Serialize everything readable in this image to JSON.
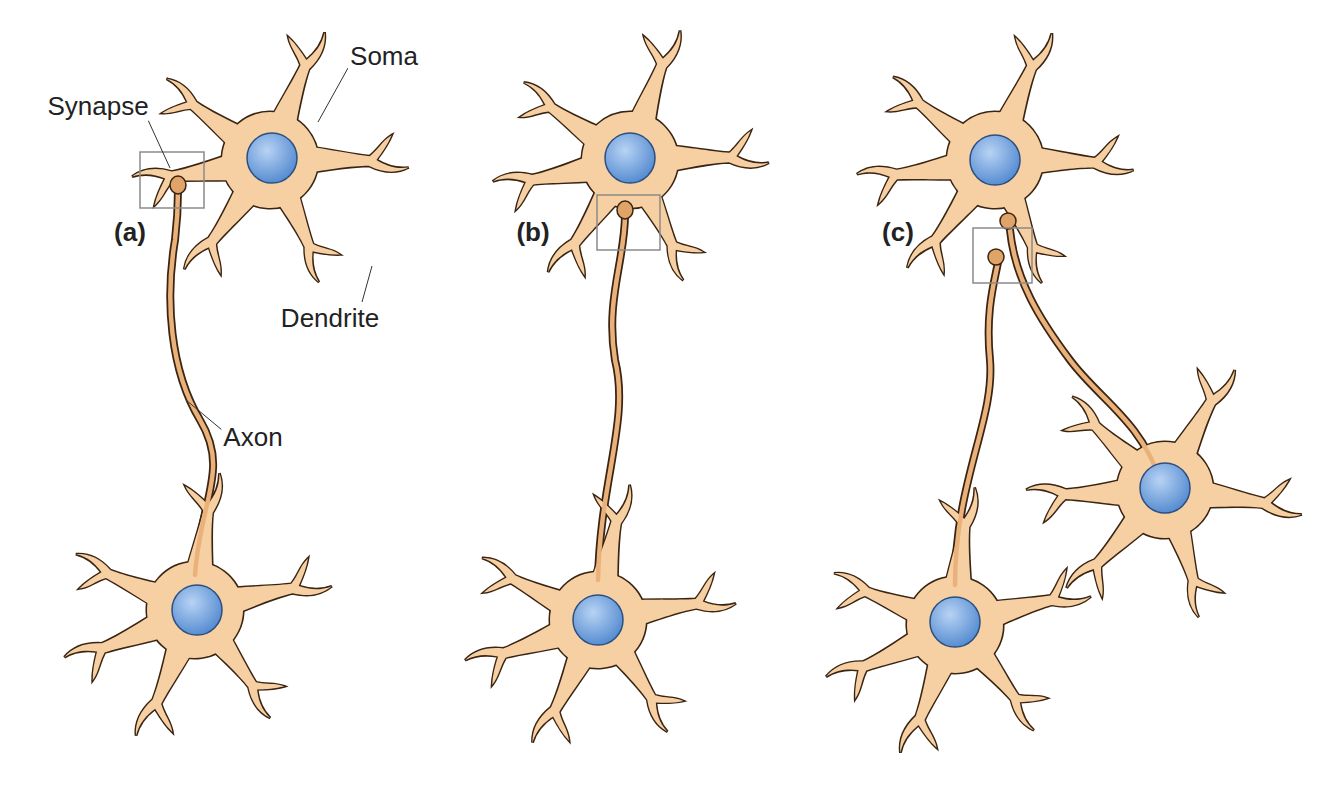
{
  "diagram": {
    "labels": [
      "Synapse",
      "Soma",
      "(a)",
      "Dendrite",
      "Axon",
      "(b)",
      "(c)"
    ]
  }
}
